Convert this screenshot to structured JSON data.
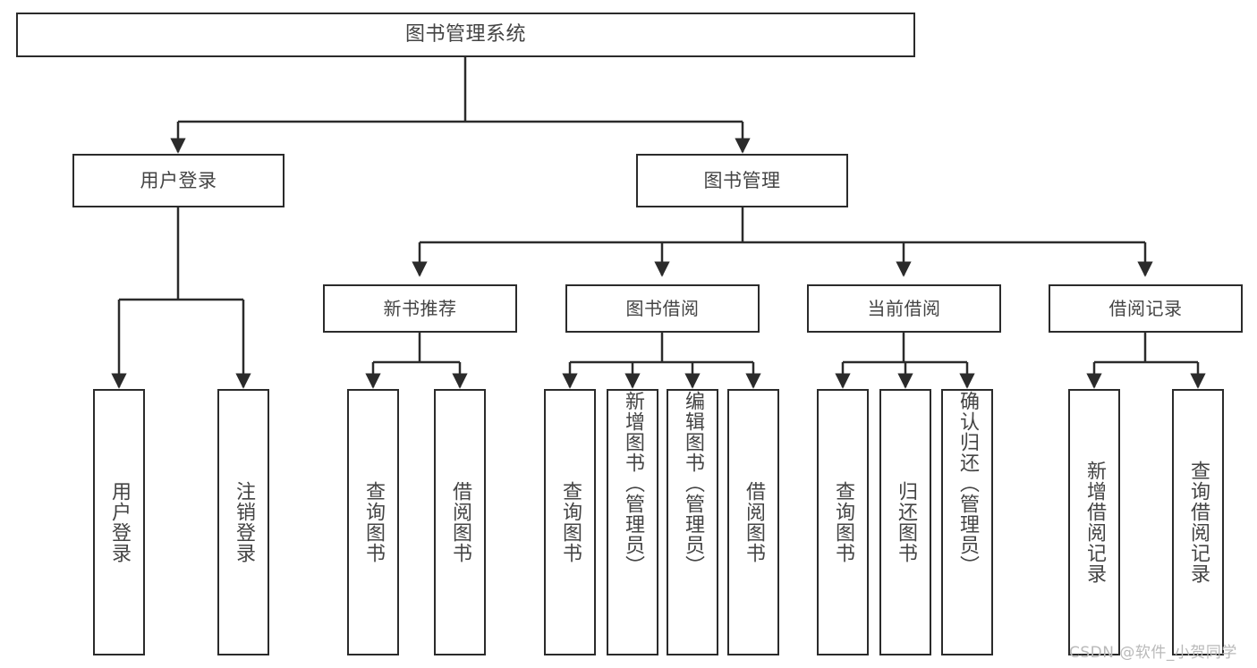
{
  "diagram": {
    "type": "tree-hierarchy",
    "title": "图书管理系统",
    "root": {
      "label": "图书管理系统"
    },
    "level1": [
      {
        "label": "用户登录"
      },
      {
        "label": "图书管理"
      }
    ],
    "level2": [
      {
        "label": "新书推荐",
        "parent": "图书管理"
      },
      {
        "label": "图书借阅",
        "parent": "图书管理"
      },
      {
        "label": "当前借阅",
        "parent": "图书管理"
      },
      {
        "label": "借阅记录",
        "parent": "图书管理"
      }
    ],
    "leaves": [
      {
        "label": "用户登录",
        "parent": "用户登录"
      },
      {
        "label": "注销登录",
        "parent": "用户登录"
      },
      {
        "label": "查询图书",
        "parent": "新书推荐"
      },
      {
        "label": "借阅图书",
        "parent": "新书推荐"
      },
      {
        "label": "查询图书",
        "parent": "图书借阅"
      },
      {
        "label": "新增图书（管理员）",
        "parent": "图书借阅"
      },
      {
        "label": "编辑图书（管理员）",
        "parent": "图书借阅"
      },
      {
        "label": "借阅图书",
        "parent": "图书借阅"
      },
      {
        "label": "查询图书",
        "parent": "当前借阅"
      },
      {
        "label": "归还图书",
        "parent": "当前借阅"
      },
      {
        "label": "确认归还（管理员）",
        "parent": "当前借阅"
      },
      {
        "label": "新增借阅记录",
        "parent": "借阅记录"
      },
      {
        "label": "查询借阅记录",
        "parent": "借阅记录"
      }
    ]
  },
  "watermark": {
    "text": "CSDN @软件_小贺同学"
  },
  "colors": {
    "stroke": "#2b2b2b",
    "text": "#444444",
    "background": "#ffffff",
    "watermark": "#b9b9b9"
  }
}
